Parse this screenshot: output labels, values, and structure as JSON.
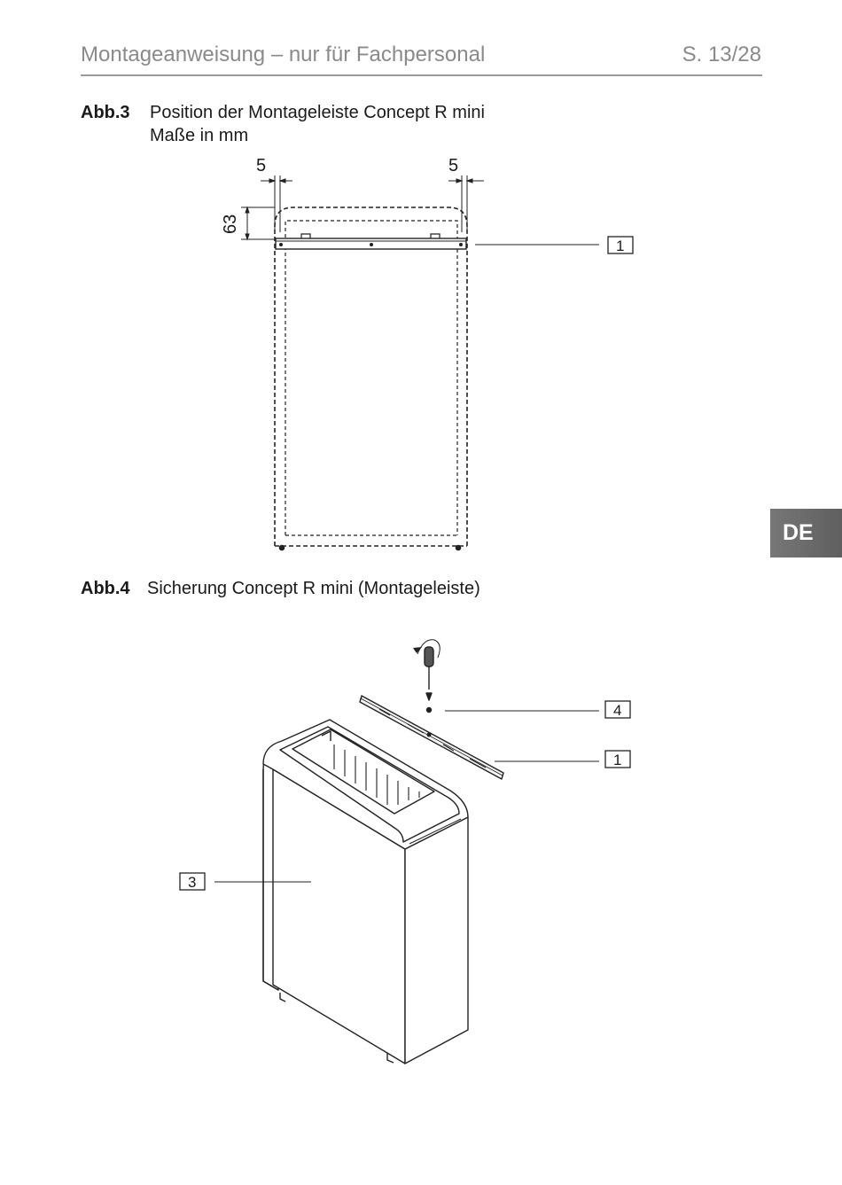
{
  "header": {
    "title": "Montageanweisung – nur für Fachpersonal",
    "page": "S. 13/28"
  },
  "lang_tab": "DE",
  "figure3": {
    "number": "Abb.3",
    "title": "Position der Montageleiste Concept R mini",
    "subtitle": "Maße in mm",
    "dim_left": "5",
    "dim_right": "5",
    "dim_height": "63",
    "label_1": "1"
  },
  "figure4": {
    "number": "Abb.4",
    "title": "Sicherung Concept R mini (Montageleiste)",
    "label_4": "4",
    "label_1": "1",
    "label_3": "3"
  }
}
